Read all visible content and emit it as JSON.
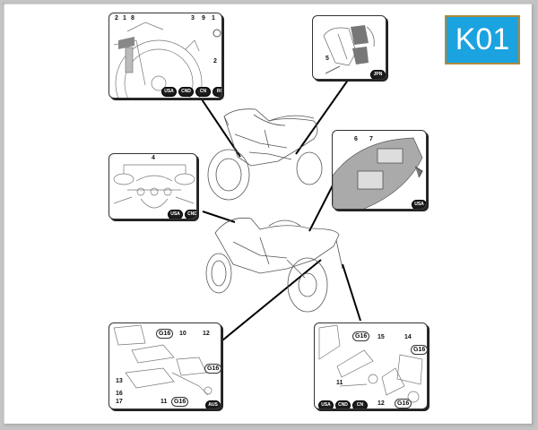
{
  "page": {
    "code": "K01",
    "code_bg": "#1aa3df",
    "code_border": "#b08a3a"
  },
  "panels": {
    "front_wheel": {
      "labels": [
        "2",
        "1",
        "8",
        "3",
        "9",
        "1",
        "2"
      ],
      "markets": [
        "USA",
        "CND",
        "CN",
        "RC"
      ]
    },
    "brake_pads": {
      "labels": [
        "5"
      ],
      "markets": [
        "JPN"
      ]
    },
    "mirrors": {
      "labels": [
        "4"
      ],
      "markets": [
        "USA",
        "CND"
      ]
    },
    "rear_seat": {
      "labels": [
        "6",
        "7"
      ],
      "markets": [
        "USA"
      ]
    },
    "license_left": {
      "labels": [
        "10",
        "12",
        "13",
        "16",
        "17",
        "11"
      ],
      "tags": [
        "G16",
        "G16",
        "G16"
      ],
      "markets": [
        "AUS"
      ]
    },
    "license_right": {
      "labels": [
        "15",
        "14",
        "11",
        "12"
      ],
      "tags": [
        "G16",
        "G16",
        "G16"
      ],
      "markets": [
        "USA",
        "CND",
        "CN"
      ]
    }
  }
}
